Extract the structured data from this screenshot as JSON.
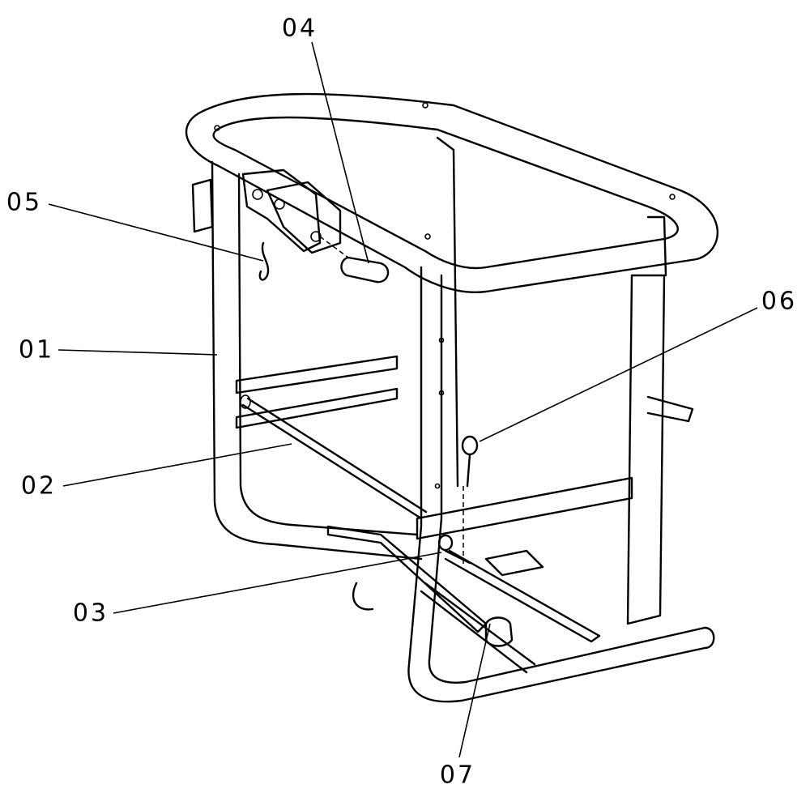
{
  "diagram": {
    "labels": [
      {
        "id": "01",
        "text": "01"
      },
      {
        "id": "02",
        "text": "02"
      },
      {
        "id": "03",
        "text": "03"
      },
      {
        "id": "04",
        "text": "04"
      },
      {
        "id": "05",
        "text": "05"
      },
      {
        "id": "06",
        "text": "06"
      },
      {
        "id": "07",
        "text": "07"
      }
    ]
  }
}
